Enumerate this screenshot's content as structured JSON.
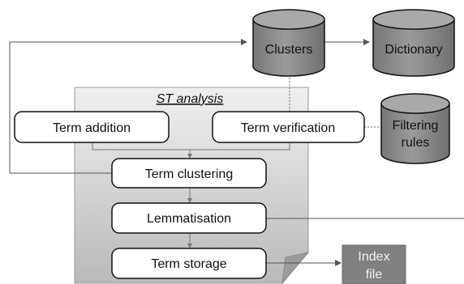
{
  "analysis_panel": {
    "title": "ST analysis"
  },
  "process_boxes": {
    "term_addition": "Term addition",
    "term_verification": "Term verification",
    "term_clustering": "Term clustering",
    "lemmatisation": "Lemmatisation",
    "term_storage": "Term storage"
  },
  "databases": {
    "clusters": "Clusters",
    "dictionary": "Dictionary",
    "filtering_rules_line1": "Filtering",
    "filtering_rules_line2": "rules"
  },
  "index_file": {
    "line1": "Index",
    "line2": "file"
  },
  "colors": {
    "cylinder_fill": "#8c8c8c",
    "cylinder_top": "#a6a6a6",
    "index_fill": "#7f7f7f",
    "panel_light": "#f0f0f0",
    "panel_dark": "#b8b8b8",
    "line": "#555555"
  }
}
